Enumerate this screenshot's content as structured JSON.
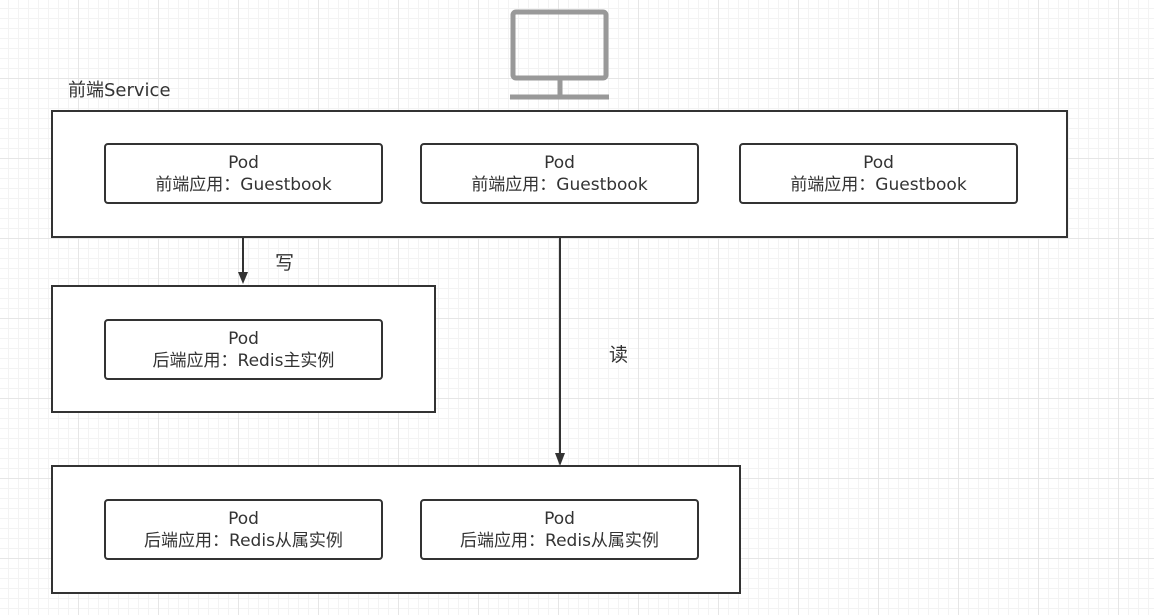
{
  "service_label": "前端Service",
  "frontend_pods": [
    {
      "title": "Pod",
      "subtitle": "前端应用：Guestbook"
    },
    {
      "title": "Pod",
      "subtitle": "前端应用：Guestbook"
    },
    {
      "title": "Pod",
      "subtitle": "前端应用：Guestbook"
    }
  ],
  "master_pod": {
    "title": "Pod",
    "subtitle": "后端应用：Redis主实例"
  },
  "slave_pods": [
    {
      "title": "Pod",
      "subtitle": "后端应用：Redis从属实例"
    },
    {
      "title": "Pod",
      "subtitle": "后端应用：Redis从属实例"
    }
  ],
  "edges": {
    "write_label": "写",
    "read_label": "读"
  },
  "icons": {
    "client": "monitor-icon"
  },
  "colors": {
    "stroke": "#333333",
    "icon": "#999999",
    "grid": "#e6e6e6"
  }
}
